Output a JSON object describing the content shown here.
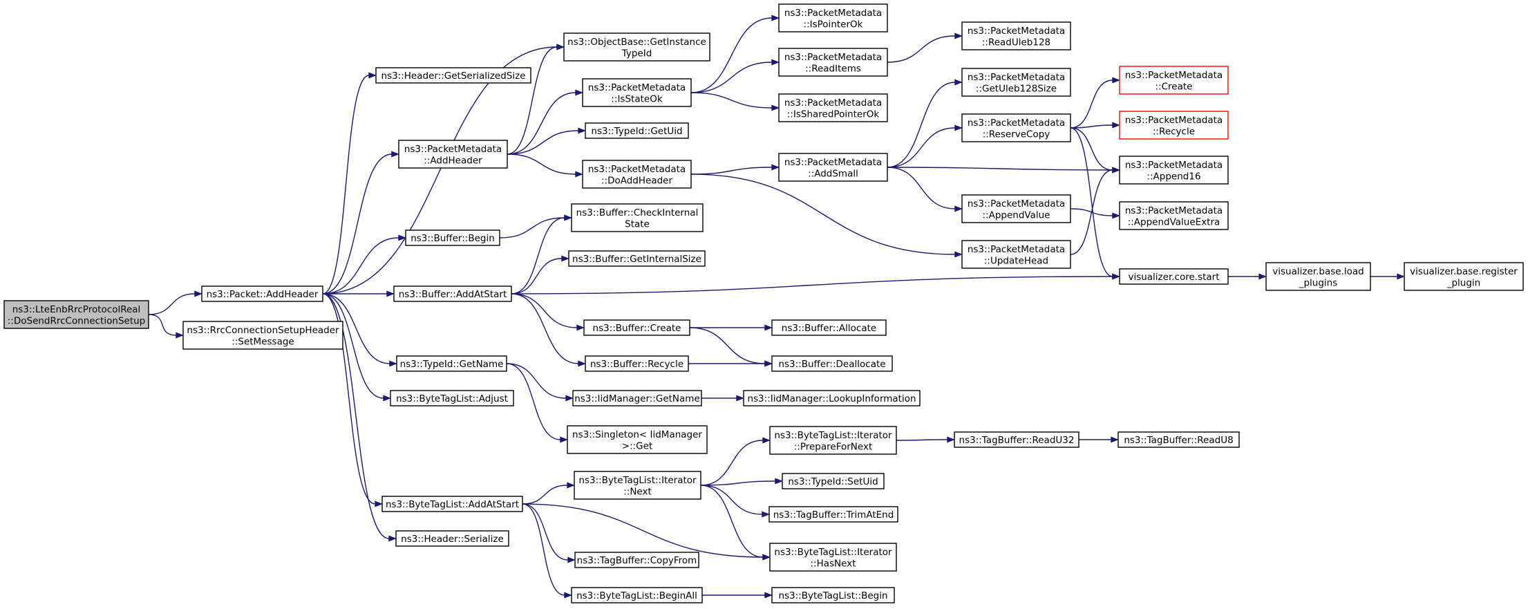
{
  "graph": {
    "nodes": [
      {
        "id": "lte",
        "lines": [
          "ns3::LteEnbRrcProtocolReal",
          "::DoSendRrcConnectionSetup"
        ],
        "root": true
      },
      {
        "id": "pkt_addheader",
        "lines": [
          "ns3::Packet::AddHeader"
        ]
      },
      {
        "id": "rrc_setmessage",
        "lines": [
          "ns3::RrcConnectionSetupHeader",
          "::SetMessage"
        ]
      },
      {
        "id": "hdr_getsize",
        "lines": [
          "ns3::Header::GetSerializedSize"
        ]
      },
      {
        "id": "obj_getinstance",
        "lines": [
          "ns3::ObjectBase::GetInstance",
          "TypeId"
        ]
      },
      {
        "id": "pm_addheader",
        "lines": [
          "ns3::PacketMetadata",
          "::AddHeader"
        ]
      },
      {
        "id": "buf_begin",
        "lines": [
          "ns3::Buffer::Begin"
        ]
      },
      {
        "id": "buf_addatstart",
        "lines": [
          "ns3::Buffer::AddAtStart"
        ]
      },
      {
        "id": "tid_getname",
        "lines": [
          "ns3::TypeId::GetName"
        ]
      },
      {
        "id": "btl_adjust",
        "lines": [
          "ns3::ByteTagList::Adjust"
        ]
      },
      {
        "id": "btl_addatstart",
        "lines": [
          "ns3::ByteTagList::AddAtStart"
        ]
      },
      {
        "id": "hdr_serialize",
        "lines": [
          "ns3::Header::Serialize"
        ]
      },
      {
        "id": "pm_isstateok",
        "lines": [
          "ns3::PacketMetadata",
          "::IsStateOk"
        ]
      },
      {
        "id": "tid_getuid",
        "lines": [
          "ns3::TypeId::GetUid"
        ]
      },
      {
        "id": "pm_doaddheader",
        "lines": [
          "ns3::PacketMetadata",
          "::DoAddHeader"
        ]
      },
      {
        "id": "buf_checkinternal",
        "lines": [
          "ns3::Buffer::CheckInternal",
          "State"
        ]
      },
      {
        "id": "buf_getinternalsize",
        "lines": [
          "ns3::Buffer::GetInternalSize"
        ]
      },
      {
        "id": "buf_create",
        "lines": [
          "ns3::Buffer::Create"
        ]
      },
      {
        "id": "buf_recycle",
        "lines": [
          "ns3::Buffer::Recycle"
        ]
      },
      {
        "id": "iid_getname",
        "lines": [
          "ns3::IidManager::GetName"
        ]
      },
      {
        "id": "singleton_get",
        "lines": [
          "ns3::Singleton< IidManager",
          ">::Get"
        ]
      },
      {
        "id": "btl_iter_next",
        "lines": [
          "ns3::ByteTagList::Iterator",
          "::Next"
        ]
      },
      {
        "id": "tb_copyfrom",
        "lines": [
          "ns3::TagBuffer::CopyFrom"
        ]
      },
      {
        "id": "btl_beginall",
        "lines": [
          "ns3::ByteTagList::BeginAll"
        ]
      },
      {
        "id": "pm_ispointerok",
        "lines": [
          "ns3::PacketMetadata",
          "::IsPointerOk"
        ]
      },
      {
        "id": "pm_readitems",
        "lines": [
          "ns3::PacketMetadata",
          "::ReadItems"
        ]
      },
      {
        "id": "pm_issharedpointerok",
        "lines": [
          "ns3::PacketMetadata",
          "::IsSharedPointerOk"
        ]
      },
      {
        "id": "pm_addsmall",
        "lines": [
          "ns3::PacketMetadata",
          "::AddSmall"
        ]
      },
      {
        "id": "buf_allocate",
        "lines": [
          "ns3::Buffer::Allocate"
        ]
      },
      {
        "id": "buf_deallocate",
        "lines": [
          "ns3::Buffer::Deallocate"
        ]
      },
      {
        "id": "iid_lookupinfo",
        "lines": [
          "ns3::IidManager::LookupInformation"
        ]
      },
      {
        "id": "btl_iter_prepare",
        "lines": [
          "ns3::ByteTagList::Iterator",
          "::PrepareForNext"
        ]
      },
      {
        "id": "tid_setuid",
        "lines": [
          "ns3::TypeId::SetUid"
        ]
      },
      {
        "id": "tb_trimatend",
        "lines": [
          "ns3::TagBuffer::TrimAtEnd"
        ]
      },
      {
        "id": "btl_iter_hasnext",
        "lines": [
          "ns3::ByteTagList::Iterator",
          "::HasNext"
        ]
      },
      {
        "id": "btl_begin",
        "lines": [
          "ns3::ByteTagList::Begin"
        ]
      },
      {
        "id": "pm_readuleb128",
        "lines": [
          "ns3::PacketMetadata",
          "::ReadUleb128"
        ]
      },
      {
        "id": "pm_getuleb128size",
        "lines": [
          "ns3::PacketMetadata",
          "::GetUleb128Size"
        ]
      },
      {
        "id": "pm_reservecopy",
        "lines": [
          "ns3::PacketMetadata",
          "::ReserveCopy"
        ]
      },
      {
        "id": "pm_appendvalue",
        "lines": [
          "ns3::PacketMetadata",
          "::AppendValue"
        ]
      },
      {
        "id": "pm_updatehead",
        "lines": [
          "ns3::PacketMetadata",
          "::UpdateHead"
        ]
      },
      {
        "id": "tb_readu32",
        "lines": [
          "ns3::TagBuffer::ReadU32"
        ]
      },
      {
        "id": "pm_create",
        "lines": [
          "ns3::PacketMetadata",
          "::Create"
        ],
        "truncated": true
      },
      {
        "id": "pm_recycle",
        "lines": [
          "ns3::PacketMetadata",
          "::Recycle"
        ],
        "truncated": true
      },
      {
        "id": "pm_append16",
        "lines": [
          "ns3::PacketMetadata",
          "::Append16"
        ]
      },
      {
        "id": "pm_appendvalueextra",
        "lines": [
          "ns3::PacketMetadata",
          "::AppendValueExtra"
        ]
      },
      {
        "id": "vis_core_start",
        "lines": [
          "visualizer.core.start"
        ]
      },
      {
        "id": "tb_readu8",
        "lines": [
          "ns3::TagBuffer::ReadU8"
        ]
      },
      {
        "id": "vis_load_plugins",
        "lines": [
          "visualizer.base.load",
          "_plugins"
        ]
      },
      {
        "id": "vis_register_plugin",
        "lines": [
          "visualizer.base.register",
          "_plugin"
        ]
      }
    ],
    "edges": [
      [
        "lte",
        "pkt_addheader"
      ],
      [
        "lte",
        "rrc_setmessage"
      ],
      [
        "pkt_addheader",
        "hdr_getsize"
      ],
      [
        "pkt_addheader",
        "obj_getinstance"
      ],
      [
        "pkt_addheader",
        "pm_addheader"
      ],
      [
        "pkt_addheader",
        "buf_begin"
      ],
      [
        "pkt_addheader",
        "buf_addatstart"
      ],
      [
        "pkt_addheader",
        "tid_getname"
      ],
      [
        "pkt_addheader",
        "btl_adjust"
      ],
      [
        "pkt_addheader",
        "btl_addatstart"
      ],
      [
        "pkt_addheader",
        "hdr_serialize"
      ],
      [
        "pm_addheader",
        "obj_getinstance"
      ],
      [
        "pm_addheader",
        "pm_isstateok"
      ],
      [
        "pm_addheader",
        "tid_getuid"
      ],
      [
        "pm_addheader",
        "pm_doaddheader"
      ],
      [
        "pm_isstateok",
        "pm_ispointerok"
      ],
      [
        "pm_isstateok",
        "pm_readitems"
      ],
      [
        "pm_isstateok",
        "pm_issharedpointerok"
      ],
      [
        "pm_readitems",
        "pm_readuleb128"
      ],
      [
        "pm_doaddheader",
        "pm_addsmall"
      ],
      [
        "pm_doaddheader",
        "pm_updatehead"
      ],
      [
        "pm_addsmall",
        "pm_getuleb128size"
      ],
      [
        "pm_addsmall",
        "pm_reservecopy"
      ],
      [
        "pm_addsmall",
        "pm_append16"
      ],
      [
        "pm_addsmall",
        "pm_appendvalue"
      ],
      [
        "pm_reservecopy",
        "pm_create"
      ],
      [
        "pm_reservecopy",
        "pm_recycle"
      ],
      [
        "pm_reservecopy",
        "pm_append16"
      ],
      [
        "pm_reservecopy",
        "vis_core_start"
      ],
      [
        "pm_appendvalue",
        "pm_appendvalueextra"
      ],
      [
        "pm_updatehead",
        "pm_append16"
      ],
      [
        "buf_begin",
        "buf_checkinternal"
      ],
      [
        "buf_addatstart",
        "buf_checkinternal"
      ],
      [
        "buf_addatstart",
        "buf_getinternalsize"
      ],
      [
        "buf_addatstart",
        "vis_core_start"
      ],
      [
        "buf_addatstart",
        "buf_create"
      ],
      [
        "buf_addatstart",
        "buf_recycle"
      ],
      [
        "buf_create",
        "buf_allocate"
      ],
      [
        "buf_create",
        "buf_deallocate"
      ],
      [
        "buf_recycle",
        "buf_deallocate"
      ],
      [
        "vis_core_start",
        "vis_load_plugins"
      ],
      [
        "vis_load_plugins",
        "vis_register_plugin"
      ],
      [
        "tid_getname",
        "iid_getname"
      ],
      [
        "tid_getname",
        "singleton_get"
      ],
      [
        "iid_getname",
        "iid_lookupinfo"
      ],
      [
        "btl_addatstart",
        "btl_iter_next"
      ],
      [
        "btl_addatstart",
        "btl_iter_hasnext"
      ],
      [
        "btl_addatstart",
        "tb_copyfrom"
      ],
      [
        "btl_addatstart",
        "btl_beginall"
      ],
      [
        "btl_iter_next",
        "btl_iter_prepare"
      ],
      [
        "btl_iter_next",
        "tid_setuid"
      ],
      [
        "btl_iter_next",
        "tb_trimatend"
      ],
      [
        "btl_iter_next",
        "btl_iter_hasnext"
      ],
      [
        "btl_iter_prepare",
        "tb_readu32"
      ],
      [
        "tb_readu32",
        "tb_readu8"
      ],
      [
        "btl_beginall",
        "btl_begin"
      ]
    ],
    "colors": {
      "edge": "#191970",
      "root_fill": "#bfbfbf",
      "node_border": "#000000",
      "truncated_border": "#ff0000",
      "background": "#ffffff"
    }
  }
}
